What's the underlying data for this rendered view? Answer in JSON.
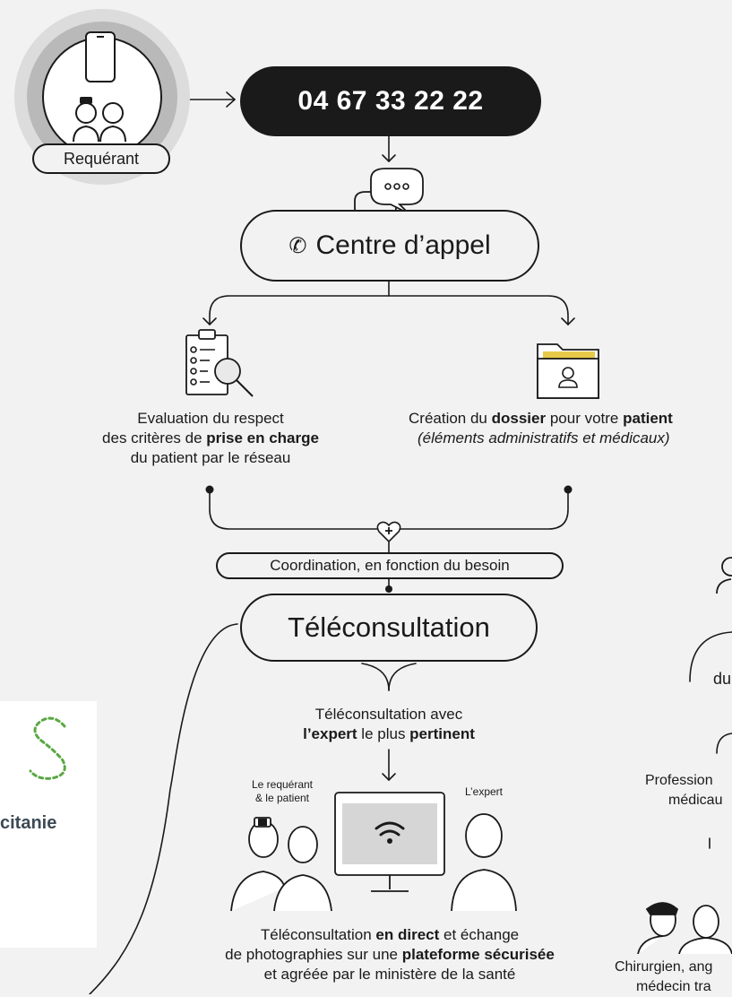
{
  "requerant": {
    "label": "Requérant"
  },
  "phone": {
    "number": "04 67 33 22 22"
  },
  "call_center": {
    "title": "Centre d’appel"
  },
  "evaluation": {
    "line1": "Evaluation du respect",
    "line2_pre": "des critères de ",
    "line2_bold": "prise en charge",
    "line3": "du patient par le réseau"
  },
  "dossier": {
    "pre": "Création du ",
    "bold1": "dossier",
    "mid": " pour votre ",
    "bold2": "patient",
    "line2": "(éléments administratifs et médicaux)"
  },
  "coordination": {
    "label": "Coordination, en fonction du besoin"
  },
  "teleconsultation": {
    "title": "Téléconsultation"
  },
  "expert": {
    "line1": "Téléconsultation avec",
    "bold1": "l’expert",
    "mid": " le plus ",
    "bold2": "pertinent"
  },
  "requerant_patient": {
    "line1": "Le requérant",
    "line2": "& le patient"
  },
  "expert_label": "L’expert",
  "direct": {
    "pre1": "Téléconsultation ",
    "bold1": "en direct",
    "post1": " et échange",
    "pre2": "de photographies sur une ",
    "bold2": "plateforme sécurisée",
    "line3": "et agréée par le ministère de la santé"
  },
  "right_cut": {
    "du": "du",
    "profession": "Profession",
    "medicau": "médicau",
    "chirurgien": "Chirurgien, ang",
    "medecin": "médecin tra"
  },
  "logo": {
    "text": "citanie",
    "accent": "#5aa843"
  }
}
